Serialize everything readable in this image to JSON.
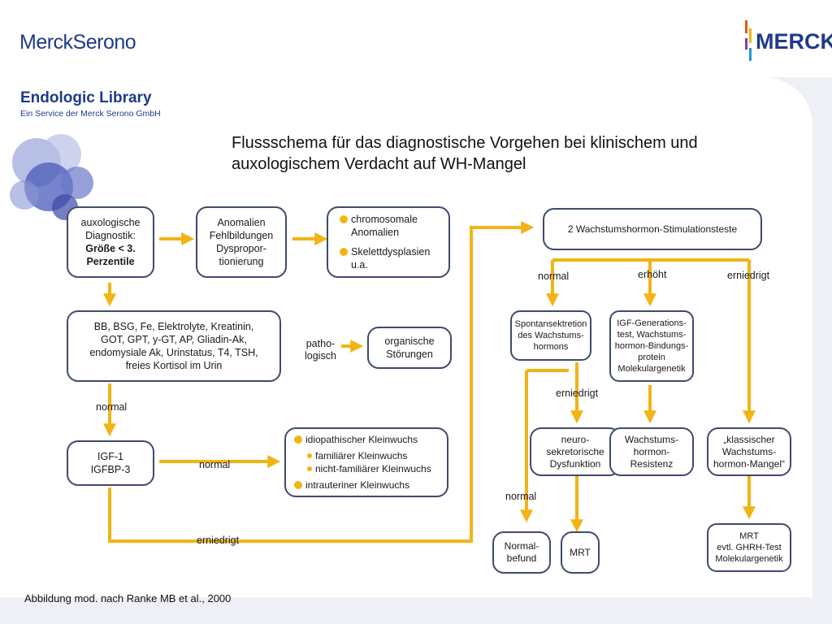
{
  "header": {
    "logo_left": "MerckSerono",
    "logo_right": "MERCK",
    "library_title": "Endologic Library",
    "library_subtitle": "Ein Service der Merck Serono GmbH"
  },
  "title_line1": "Flussschema für das diagnostische Vorgehen bei klinischem und",
  "title_line2": "auxologischem Verdacht auf WH-Mangel",
  "boxes": {
    "aux": [
      "auxologische",
      "Diagnostik:",
      "Größe < 3.",
      "Perzentile"
    ],
    "anomalien": [
      "Anomalien",
      "Fehlbildungen",
      "Dyspropor-",
      "tionierung"
    ],
    "chromo": [
      "chromosomale",
      "Anomalien"
    ],
    "skelett": [
      "Skelettdysplasien",
      "u.a."
    ],
    "labs": [
      "BB, BSG, Fe, Elektrolyte, Kreatinin,",
      "GOT, GPT, y-GT, AP, Gliadin-Ak,",
      "endomysiale Ak, Urinstatus, T4, TSH,",
      "freies Kortisol im Urin"
    ],
    "organisch": [
      "organische",
      "Störungen"
    ],
    "igf": [
      "IGF-1",
      "IGFBP-3"
    ],
    "klein": [
      "idiopathischer Kleinwuchs",
      "familiärer Kleinwuchs",
      "nicht-familiärer Kleinwuchs",
      "intrauteriner Kleinwuchs"
    ],
    "stim": "2 Wachstumshormon-Stimulationsteste",
    "spont": [
      "Spontansektretion",
      "des Wachstums-",
      "hormons"
    ],
    "igfgen": [
      "IGF-Generations-",
      "test, Wachstums-",
      "hormon-Bindungs-",
      "protein",
      "Molekulargenetik"
    ],
    "neuro": [
      "neuro-",
      "sekretorische",
      "Dysfunktion"
    ],
    "resist": [
      "Wachstums-",
      "hormon-",
      "Resistenz"
    ],
    "klass": [
      "„klassischer",
      "Wachstums-",
      "hormon-Mangel“"
    ],
    "normalbefund": [
      "Normal-",
      "befund"
    ],
    "mrt": "MRT",
    "mrt2": [
      "MRT",
      "evtl. GHRH-Test",
      "Molekulargenetik"
    ]
  },
  "labels": {
    "patho": [
      "patho-",
      "logisch"
    ],
    "normal_left": "normal",
    "normal_igf": "normal",
    "erniedrigt_bottom": "erniedrigt",
    "normal_stim": "normal",
    "erhoeht": "erhöht",
    "erniedrigt_stim": "erniedrigt",
    "erniedrigt_spont": "erniedrigt",
    "normal_spont": "normal"
  },
  "footer": "Abbildung mod. nach Ranke MB et al., 2000",
  "colors": {
    "arrow": "#f2b414",
    "box_border": "#3f4a6e",
    "brand": "#1f3a8a"
  }
}
